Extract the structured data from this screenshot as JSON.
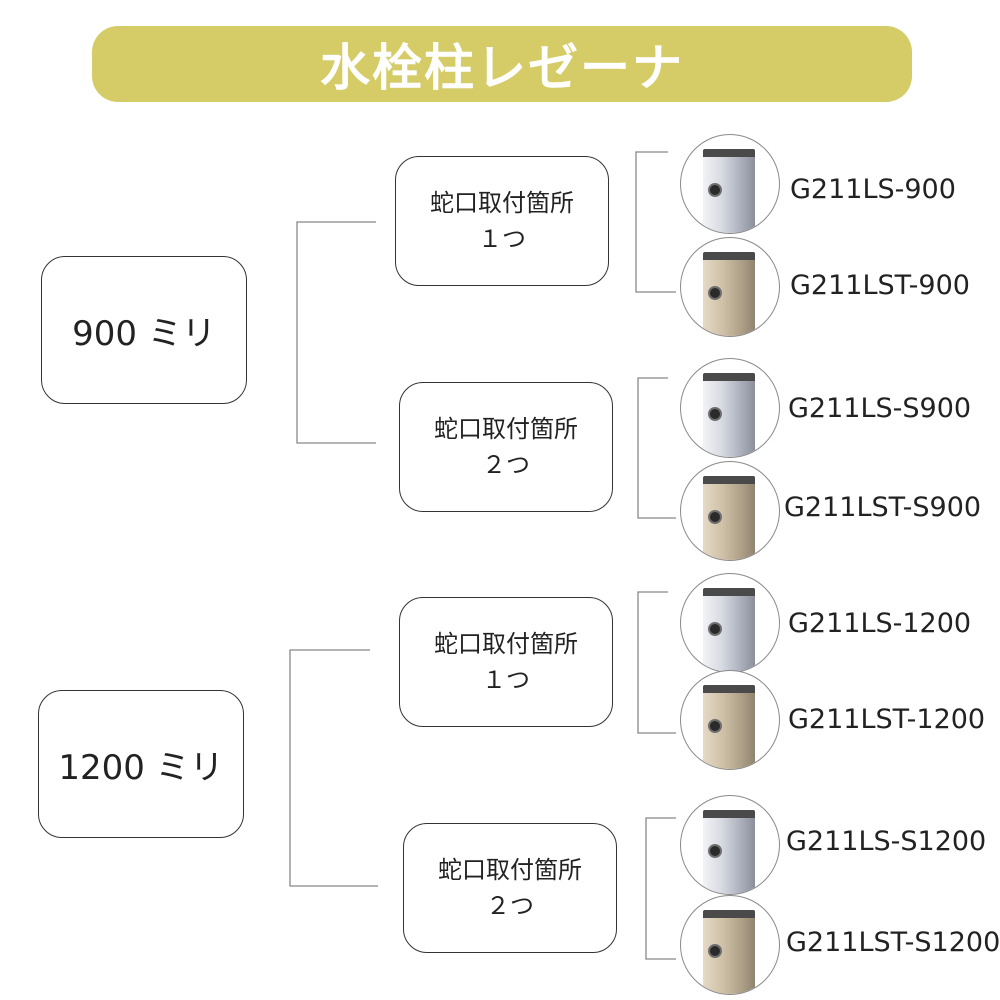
{
  "title": "水栓柱レゼーナ",
  "colors": {
    "title_bg": "#d5cc67",
    "title_text": "#ffffff",
    "border": "#333333",
    "line": "#888888",
    "silver_finish": "#c9ccd4",
    "bronze_finish": "#c2b39a"
  },
  "groups": [
    {
      "size_label": "900 ミリ",
      "options": [
        {
          "label_line1": "蛇口取付箇所",
          "label_line2": "１つ",
          "products": [
            {
              "code": "G211LS-900",
              "finish": "silver",
              "icon": "silver-post-image"
            },
            {
              "code": "G211LST-900",
              "finish": "bronze",
              "icon": "bronze-post-image"
            }
          ]
        },
        {
          "label_line1": "蛇口取付箇所",
          "label_line2": "２つ",
          "products": [
            {
              "code": "G211LS-S900",
              "finish": "silver",
              "icon": "silver-post-image"
            },
            {
              "code": "G211LST-S900",
              "finish": "bronze",
              "icon": "bronze-post-image"
            }
          ]
        }
      ]
    },
    {
      "size_label": "1200 ミリ",
      "options": [
        {
          "label_line1": "蛇口取付箇所",
          "label_line2": "１つ",
          "products": [
            {
              "code": "G211LS-1200",
              "finish": "silver",
              "icon": "silver-post-image"
            },
            {
              "code": "G211LST-1200",
              "finish": "bronze",
              "icon": "bronze-post-image"
            }
          ]
        },
        {
          "label_line1": "蛇口取付箇所",
          "label_line2": "２つ",
          "products": [
            {
              "code": "G211LS-S1200",
              "finish": "silver",
              "icon": "silver-post-image"
            },
            {
              "code": "G211LST-S1200",
              "finish": "bronze",
              "icon": "bronze-post-image"
            }
          ]
        }
      ]
    }
  ]
}
